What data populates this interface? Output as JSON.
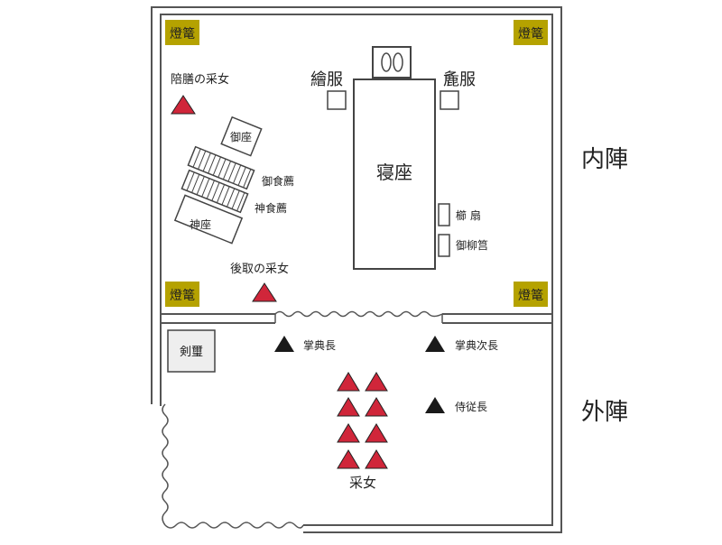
{
  "colors": {
    "lantern_fill": "#b5a200",
    "female_marker": "#d0263a",
    "male_marker": "#1a1a1a",
    "wall": "#555555",
    "box_fill": "#ffffff",
    "box_fill_gray": "#eeeeee"
  },
  "regions": {
    "inner": "内陣",
    "outer": "外陣"
  },
  "lanterns": {
    "top_left": "燈篭",
    "top_right": "燈篭",
    "bottom_left": "燈篭",
    "bottom_right": "燈篭"
  },
  "furniture": {
    "bed": "寝座",
    "cloth_silk": "繪服",
    "cloth_hemp": "麁服",
    "comb_fan": "櫛 扇",
    "willow_box": "御柳筥",
    "gyoza": "御座",
    "gyo_shokomo": "御食薦",
    "shin_shokomo": "神食薦",
    "shinza": "神座",
    "sword_mirror": "剣璽"
  },
  "people": {
    "baizen": "陪膳の采女",
    "atotori": "後取の采女",
    "shotencho": "掌典長",
    "shotenjicho": "掌典次長",
    "jijucho": "侍従長",
    "uneme": "采女"
  }
}
